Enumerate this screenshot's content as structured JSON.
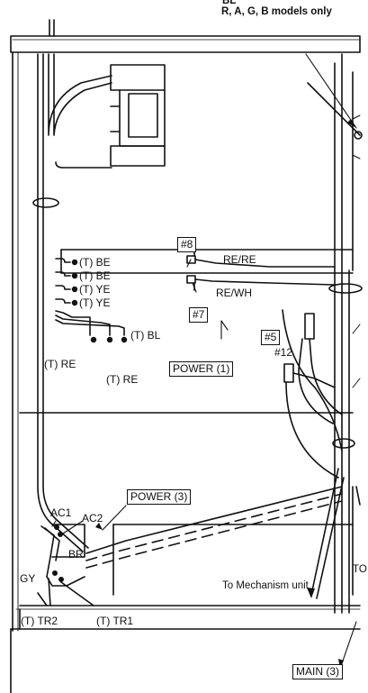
{
  "header": {
    "partial": "BL",
    "note": "R, A, G, B models only"
  },
  "connectors": {
    "c8": "#8",
    "c7": "#7",
    "c5": "#5",
    "c12": "#12"
  },
  "wires": {
    "re_re": "RE/RE",
    "re_wh": "RE/WH",
    "t_be_1": "(T) BE",
    "t_be_2": "(T) BE",
    "t_ye_1": "(T) YE",
    "t_ye_2": "(T) YE",
    "t_bl": "(T) BL",
    "t_re_1": "(T) RE",
    "t_re_2": "(T) RE",
    "ac1": "AC1",
    "ac2": "AC2",
    "br": "BR",
    "gy": "GY",
    "t_tr2": "(T) TR2",
    "t_tr1": "(T) TR1"
  },
  "boards": {
    "power1": "POWER (1)",
    "power3": "POWER (3)",
    "main3": "MAIN (3)"
  },
  "notes": {
    "mechanism": "To Mechanism unit",
    "cut_off": "TO"
  }
}
